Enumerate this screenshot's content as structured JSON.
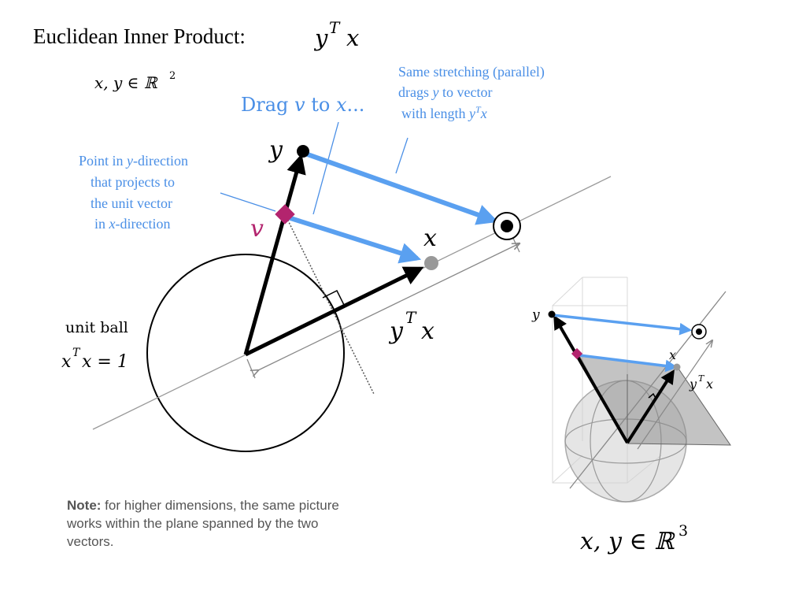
{
  "title": {
    "text": "Euclidean Inner Product:",
    "formula_base": "y",
    "formula_sup": "T",
    "formula_tail": "x"
  },
  "domain_2d": {
    "text": "x, y ∈ ℝ",
    "sup": "2"
  },
  "drag_label": {
    "prefix": "Drag ",
    "v": "v",
    "mid": " to ",
    "x": "x",
    "suffix": "..."
  },
  "same_stretch": {
    "line1": "Same stretching (parallel)",
    "line2_a": "drags ",
    "line2_y": "y",
    "line2_b": " to vector",
    "line3_a": "with length ",
    "line3_y": "y",
    "line3_sup": "T",
    "line3_x": "x"
  },
  "point_note": {
    "line1_a": "Point in ",
    "line1_y": "y",
    "line1_b": "-direction",
    "line2": "that projects to",
    "line3": "the unit vector",
    "line4_a": "in ",
    "line4_x": "x",
    "line4_b": "-direction"
  },
  "labels": {
    "y": "y",
    "v": "v",
    "x": "x",
    "ytx_base": "y",
    "ytx_sup": "T",
    "ytx_tail": "x",
    "unit_ball": "unit ball",
    "xtx_base": "x",
    "xtx_sup": "T",
    "xtx_tail": "x = 1"
  },
  "inset": {
    "y": "y",
    "x": "x",
    "ytx_base": "y",
    "ytx_sup": "T",
    "ytx_tail": "x",
    "domain_text": "x, y ∈ ℝ",
    "domain_sup": "3"
  },
  "note": {
    "bold": "Note:",
    "text": " for higher dimensions, the same picture works within the plane spanned by the two vectors."
  },
  "colors": {
    "blue": "#4a8fe6",
    "magenta": "#b3246e",
    "black": "#000000",
    "gray": "#999999"
  }
}
